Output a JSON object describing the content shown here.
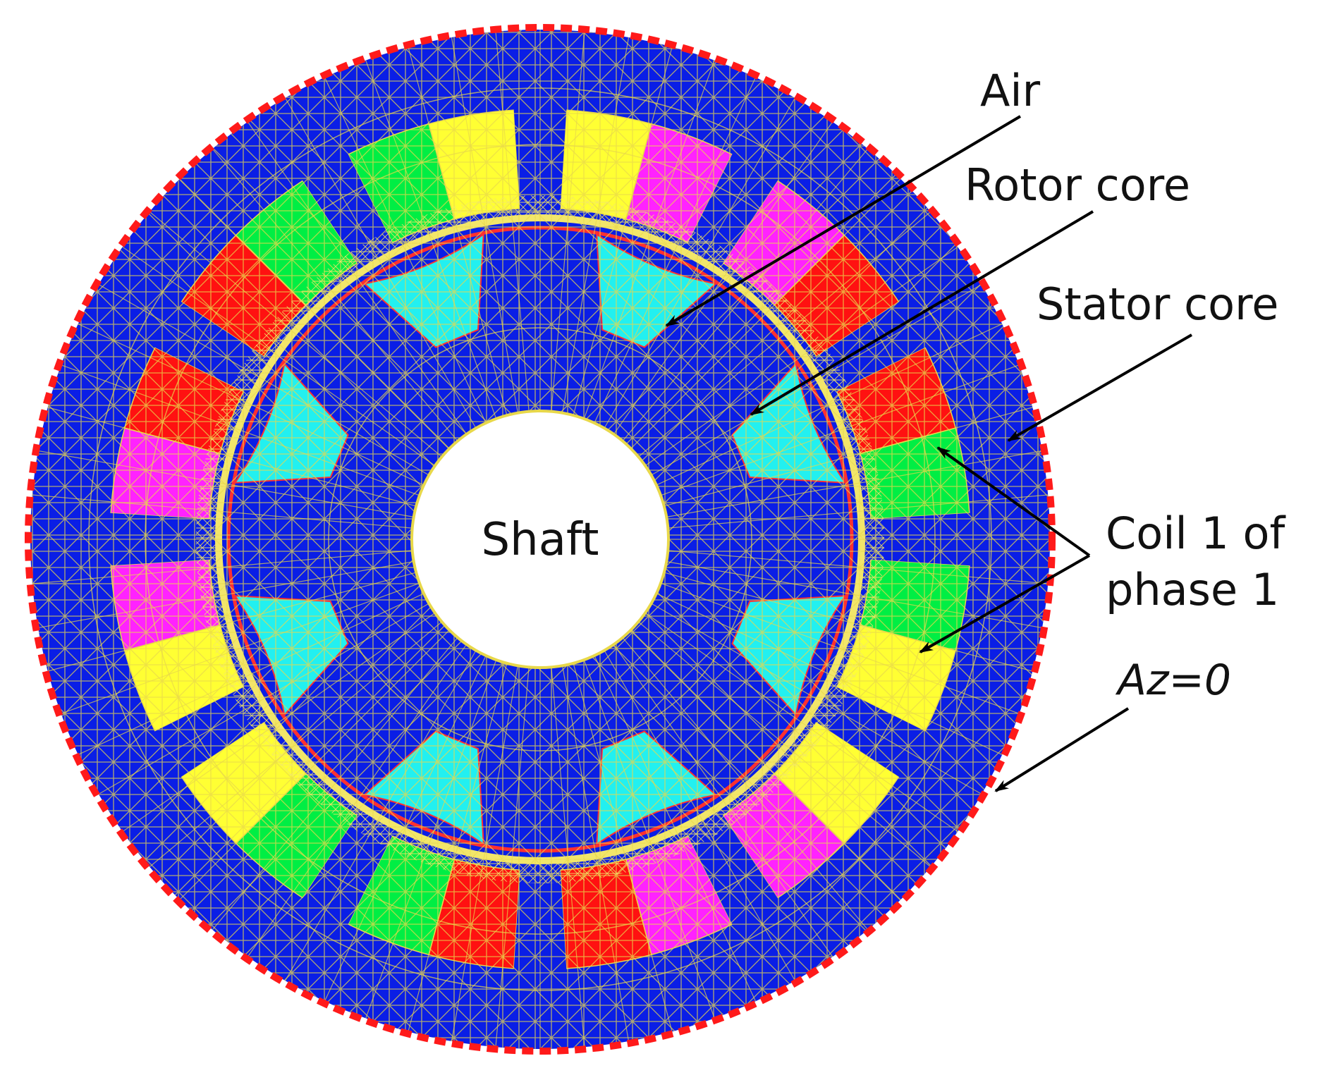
{
  "labels": {
    "air": "Air",
    "rotor_core": "Rotor core",
    "stator_core": "Stator core",
    "coil_line1": "Coil 1 of",
    "coil_line2": "phase 1",
    "boundary": "Az=0",
    "shaft": "Shaft"
  },
  "colors": {
    "core_blue": "#0a1ee6",
    "coil_green": "#00ee44",
    "coil_yellow": "#ffff33",
    "coil_magenta": "#ff22ff",
    "coil_red": "#ff1111",
    "air_cyan": "#22f0f0",
    "mesh_yellow": "#e8d84a",
    "mesh_red": "#ff3030",
    "boundary_red": "#ff1a1a",
    "shaft_white": "#ffffff"
  },
  "stator": {
    "slot_count": 12,
    "slot_colors": [
      "coil_yellow",
      "coil_magenta",
      "coil_magenta",
      "coil_red",
      "coil_red",
      "coil_green",
      "coil_green",
      "coil_yellow",
      "coil_yellow",
      "coil_magenta",
      "coil_magenta",
      "coil_red",
      "coil_red",
      "coil_green",
      "coil_green",
      "coil_yellow"
    ]
  },
  "rotor": {
    "pole_count": 8
  }
}
